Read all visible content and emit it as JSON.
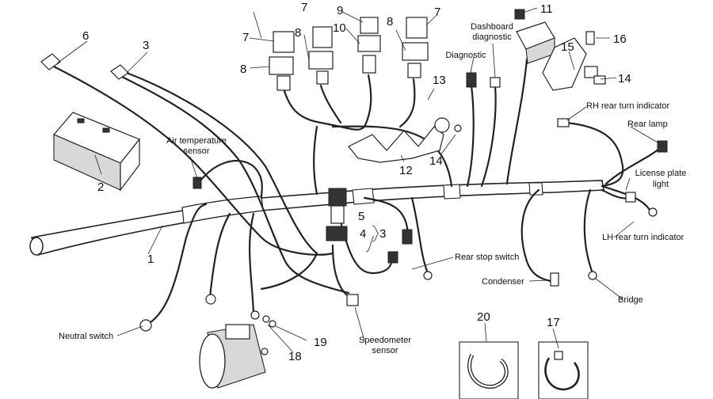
{
  "callouts": {
    "n1": "1",
    "n2": "2",
    "n3a": "3",
    "n3b": "3",
    "n4": "4",
    "n5": "5",
    "n6": "6",
    "n7a": "7",
    "n7b": "7",
    "n7c": "7",
    "n8a": "8",
    "n8b": "8",
    "n8c": "8",
    "n9": "9",
    "n10": "10",
    "n11": "11",
    "n12": "12",
    "n13": "13",
    "n14a": "14",
    "n14b": "14",
    "n15": "15",
    "n16": "16",
    "n17": "17",
    "n18": "18",
    "n19": "19",
    "n20": "20"
  },
  "labels": {
    "air_temp_1": "Air temperature",
    "air_temp_2": "sensor",
    "dashboard_diag_1": "Dashboard",
    "dashboard_diag_2": "diagnostic",
    "diagnostic": "Diagnostic",
    "rh_rear_turn": "RH rear turn indicator",
    "rear_lamp": "Rear lamp",
    "license_1": "License plate",
    "license_2": "light",
    "lh_rear_turn": "LH rear turn indicator",
    "rear_stop": "Rear stop switch",
    "condenser": "Condenser",
    "bridge": "Bridge",
    "neutral": "Neutral switch",
    "speedo_1": "Speedometer",
    "speedo_2": "sensor"
  }
}
